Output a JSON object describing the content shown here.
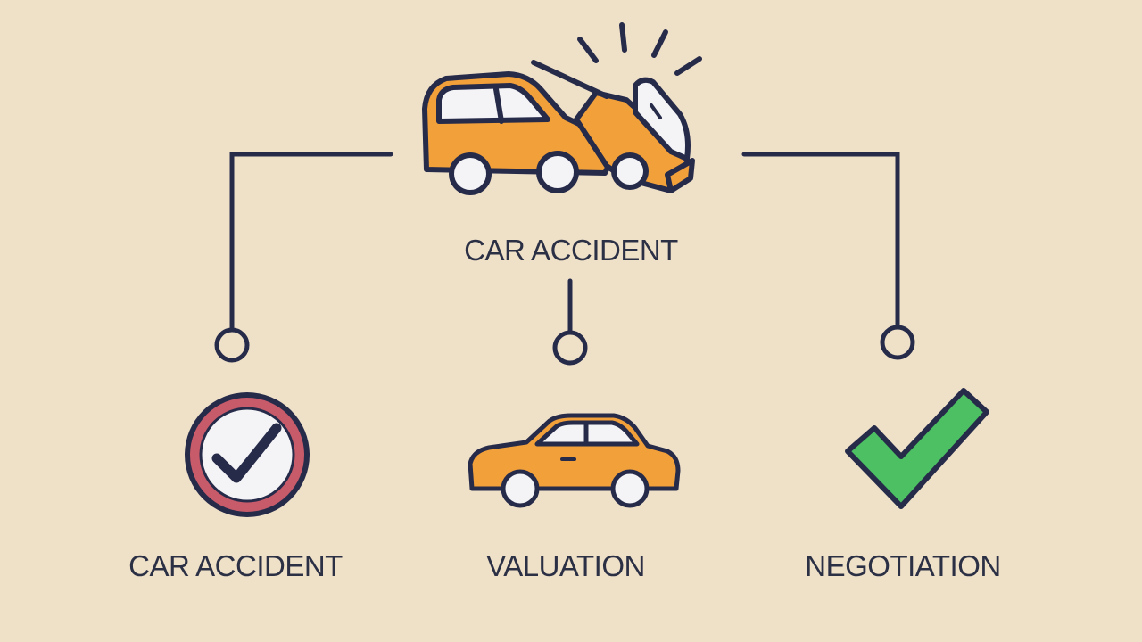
{
  "diagram": {
    "root": {
      "label": "CAR ACCIDENT",
      "icon": "car-crash-icon"
    },
    "nodes": [
      {
        "label": "CAR ACCIDENT",
        "icon": "checkmark-circle-icon"
      },
      {
        "label": "VALUATION",
        "icon": "car-icon"
      },
      {
        "label": "NEGOTIATION",
        "icon": "checkmark-icon"
      }
    ]
  },
  "colors": {
    "background": "#efe0c8",
    "outline": "#272b4a",
    "car_orange": "#f2a03a",
    "check_green": "#4cc063",
    "circle_red": "#c75b6a",
    "window_white": "#f4f4f6"
  }
}
